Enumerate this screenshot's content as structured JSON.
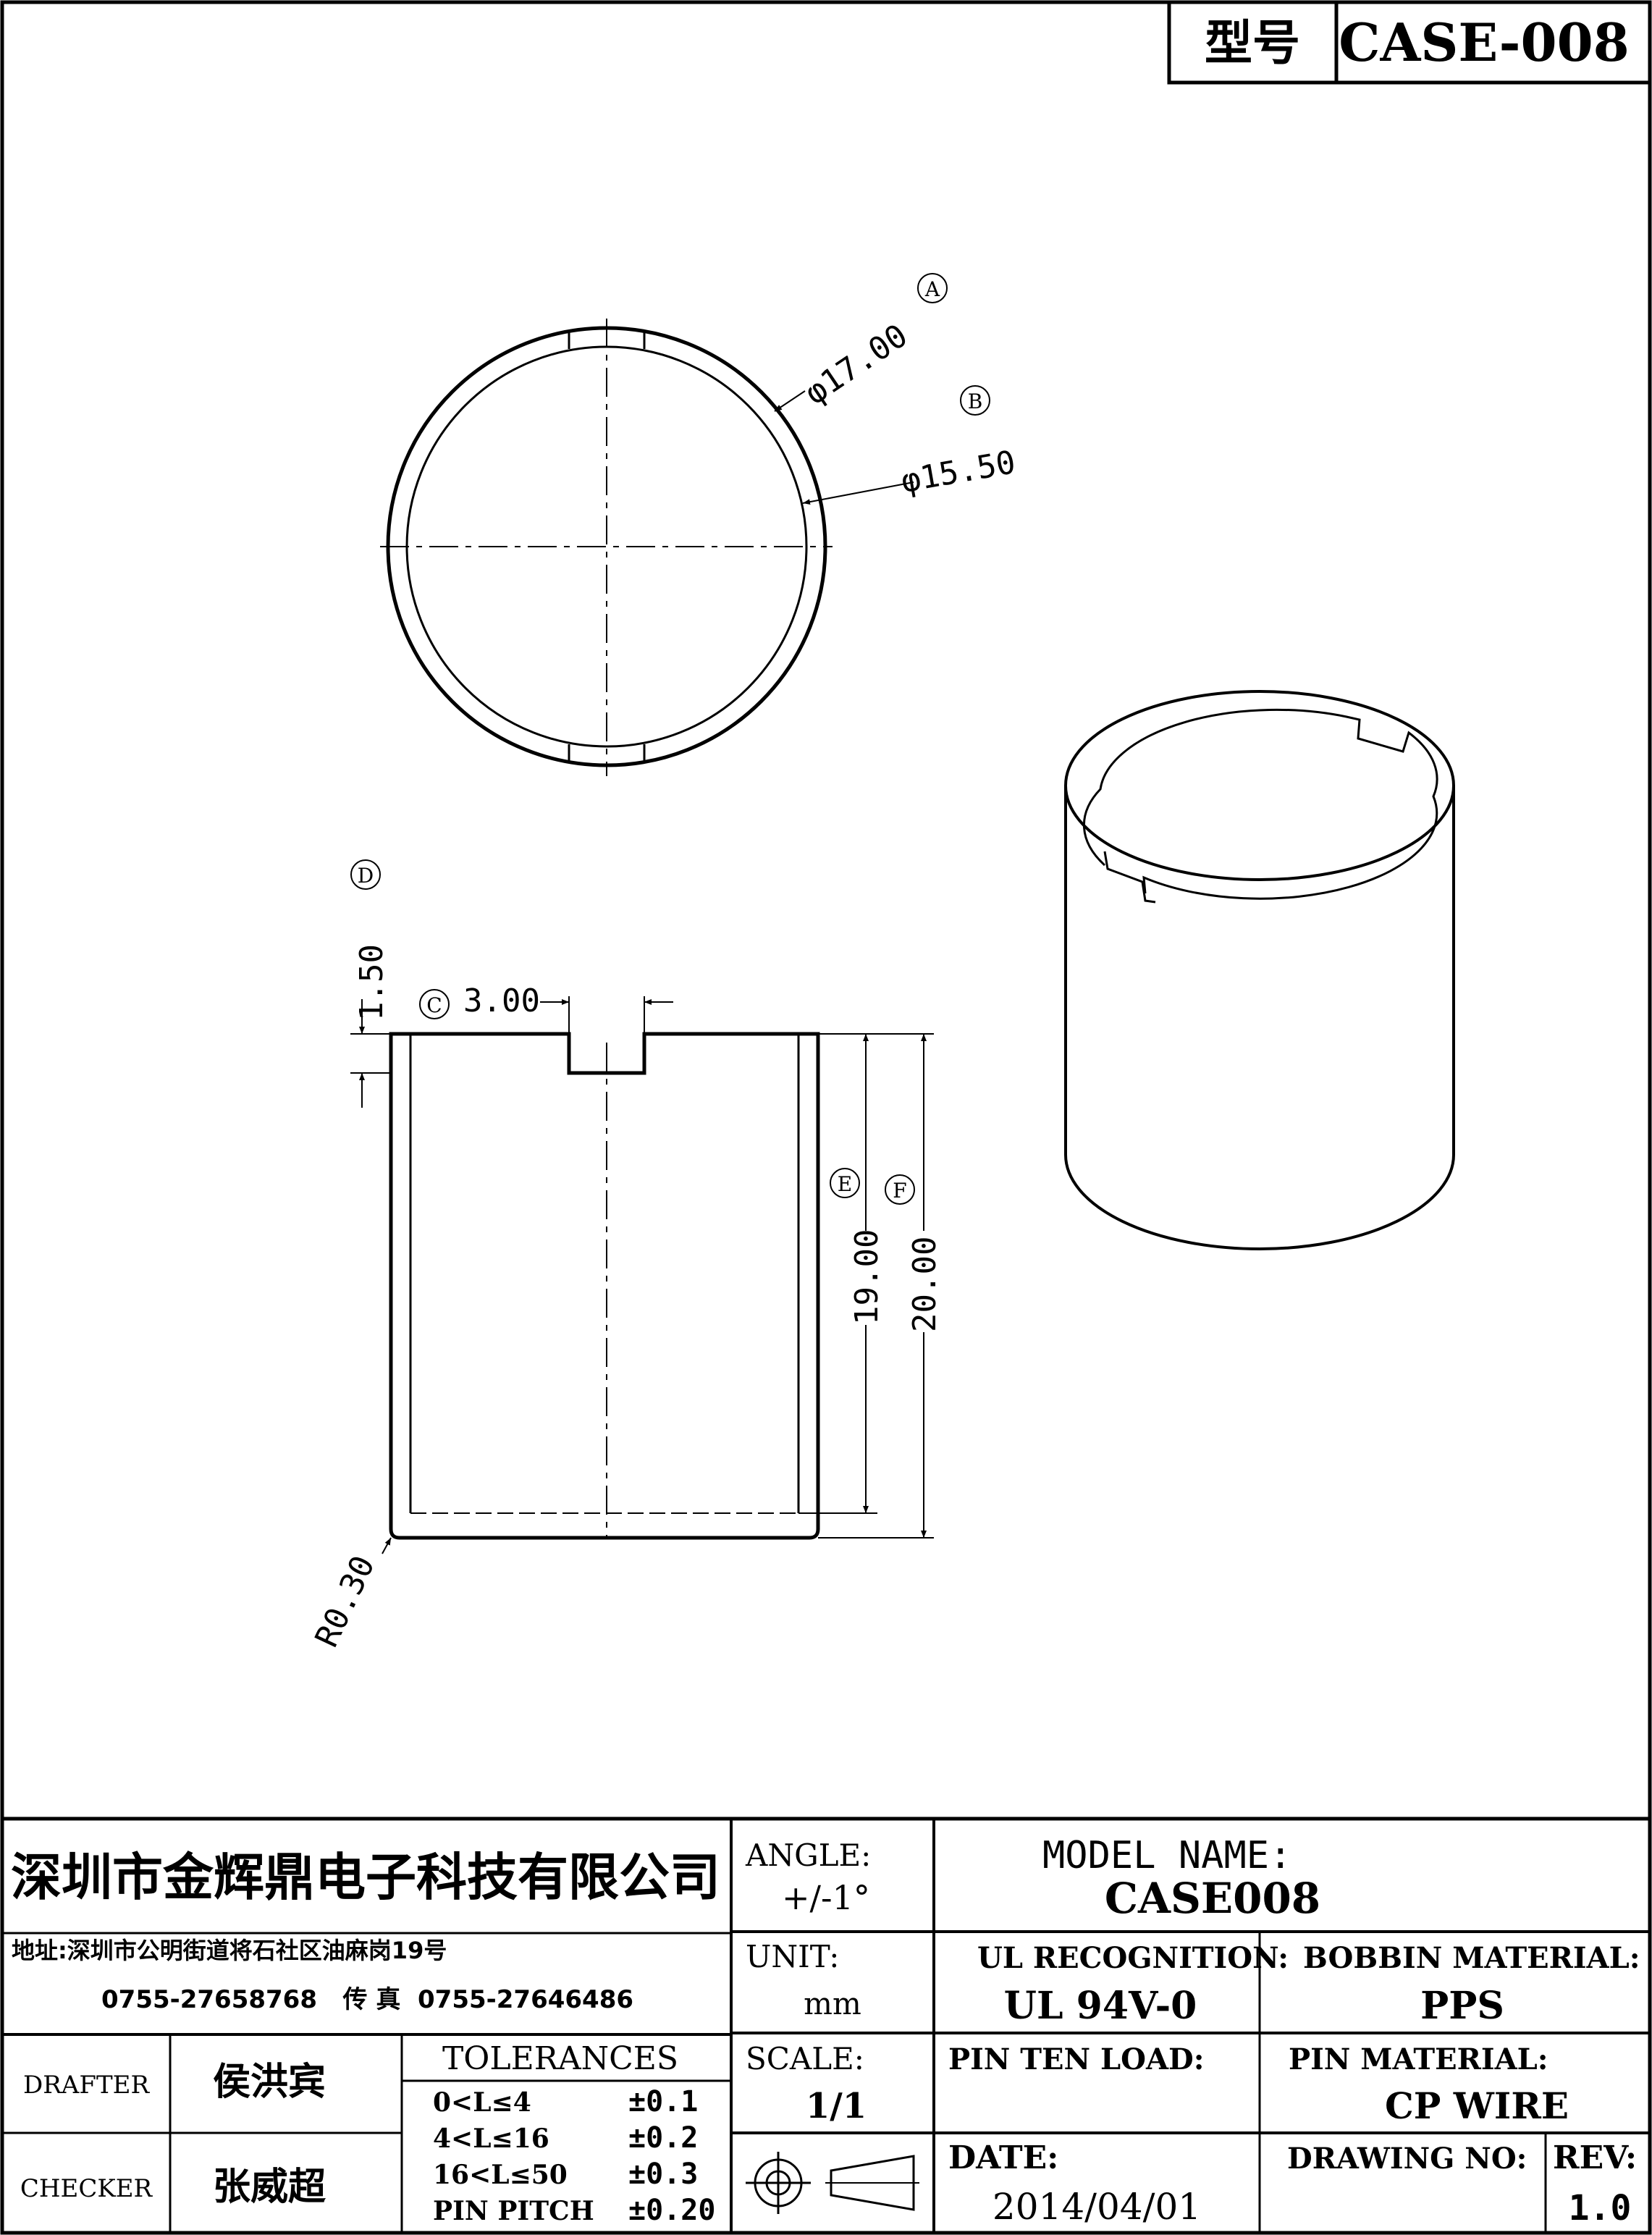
{
  "model_box": {
    "label": "型号",
    "value": "CASE-008"
  },
  "labels": {
    "A": "A",
    "B": "B",
    "C": "C",
    "D": "D",
    "E": "E",
    "F": "F"
  },
  "dimensions": {
    "outer_diameter": "φ17.00",
    "inner_diameter": "φ15.50",
    "slot_width": "3.00",
    "slot_depth": "1.50",
    "inner_height": "19.00",
    "total_height": "20.00",
    "corner_radius": "R0.30"
  },
  "title_block": {
    "company": "深圳市金辉鼎电子科技有限公司",
    "address": "地址:深圳市公明街道将石社区油麻岗19号",
    "contact": "0755-27658768   传 真  0755-27646486",
    "drafter_label": "DRAFTER",
    "drafter": "侯洪宾",
    "checker_label": "CHECKER",
    "checker": "张威超",
    "tolerances_title": "TOLERANCES",
    "tolerances": [
      {
        "range": "0<L≤4",
        "value": "±0.1"
      },
      {
        "range": "4<L≤16",
        "value": "±0.2"
      },
      {
        "range": "16<L≤50",
        "value": "±0.3"
      },
      {
        "range": "PIN PITCH",
        "value": "±0.20"
      }
    ],
    "angle_label": "ANGLE:",
    "angle_value": "+/-1°",
    "unit_label": "UNIT:",
    "unit_value": "mm",
    "scale_label": "SCALE:",
    "scale_value": "1/1",
    "model_name_label": "MODEL NAME:",
    "model_name": "CASE008",
    "ul_label": "UL RECOGNITION:",
    "ul_value": "UL 94V-0",
    "bobbin_label": "BOBBIN MATERIAL:",
    "bobbin_value": "PPS",
    "pin_load_label": "PIN TEN LOAD:",
    "pin_load_value": "",
    "pin_material_label": "PIN MATERIAL:",
    "pin_material_value": "CP WIRE",
    "date_label": "DATE:",
    "date_value": "2014/04/01",
    "drawing_no_label": "DRAWING NO:",
    "drawing_no_value": "",
    "rev_label": "REV:",
    "rev_value": "1.0"
  }
}
